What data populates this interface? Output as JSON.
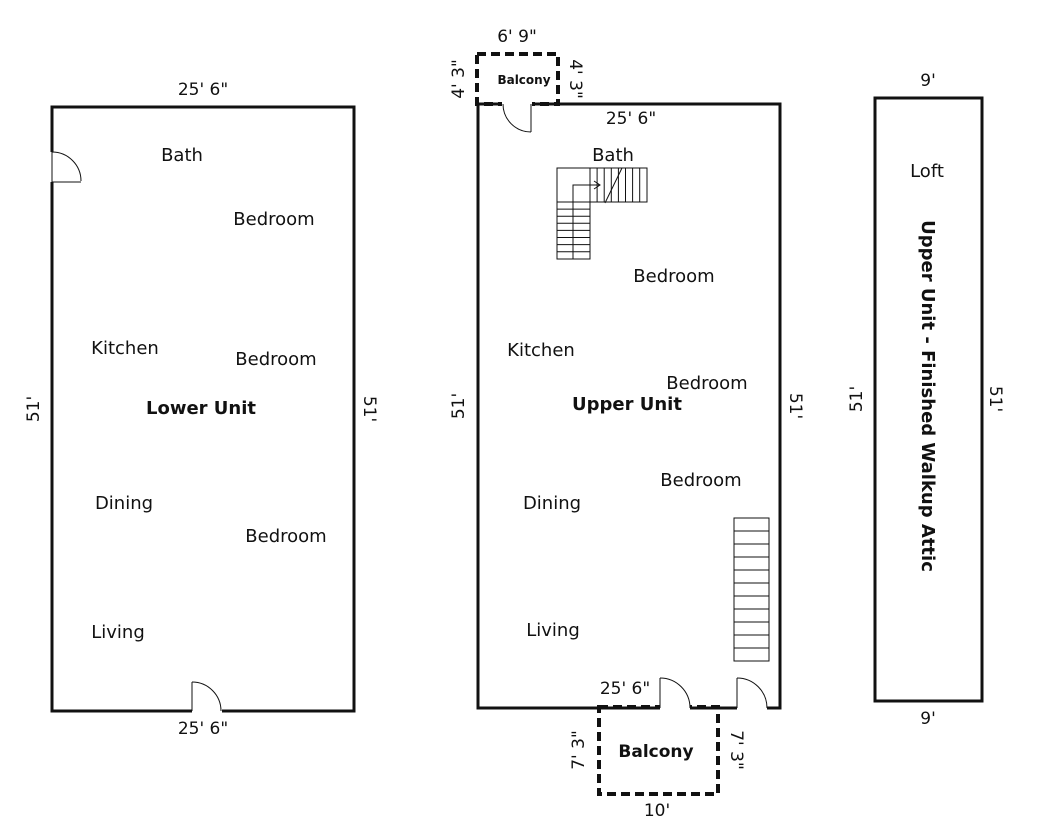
{
  "lower_unit": {
    "name": "Lower Unit",
    "top_width": "25' 6\"",
    "bottom_width": "25' 6\"",
    "left_height": "51'",
    "right_height": "51'",
    "rooms": [
      "Bath",
      "Bedroom",
      "Kitchen",
      "Bedroom",
      "Dining",
      "Bedroom",
      "Living"
    ]
  },
  "upper_unit": {
    "name": "Upper Unit",
    "top_width": "25' 6\"",
    "bottom_width": "25' 6\"",
    "left_height": "51'",
    "right_height": "51'",
    "rooms": [
      "Bath",
      "Bedroom",
      "Kitchen",
      "Bedroom",
      "Dining",
      "Bedroom",
      "Living"
    ],
    "top_balcony": {
      "name": "Balcony",
      "width": "6' 9\"",
      "left_depth": "4' 3\"",
      "right_depth": "4' 3\""
    },
    "bottom_balcony": {
      "name": "Balcony",
      "width": "10'",
      "left_depth": "7' 3\"",
      "right_depth": "7' 3\""
    }
  },
  "attic": {
    "name": "Upper Unit - Finished Walkup Attic",
    "room": "Loft",
    "top_width": "9'",
    "bottom_width": "9'",
    "left_height": "51'",
    "right_height": "51'"
  }
}
